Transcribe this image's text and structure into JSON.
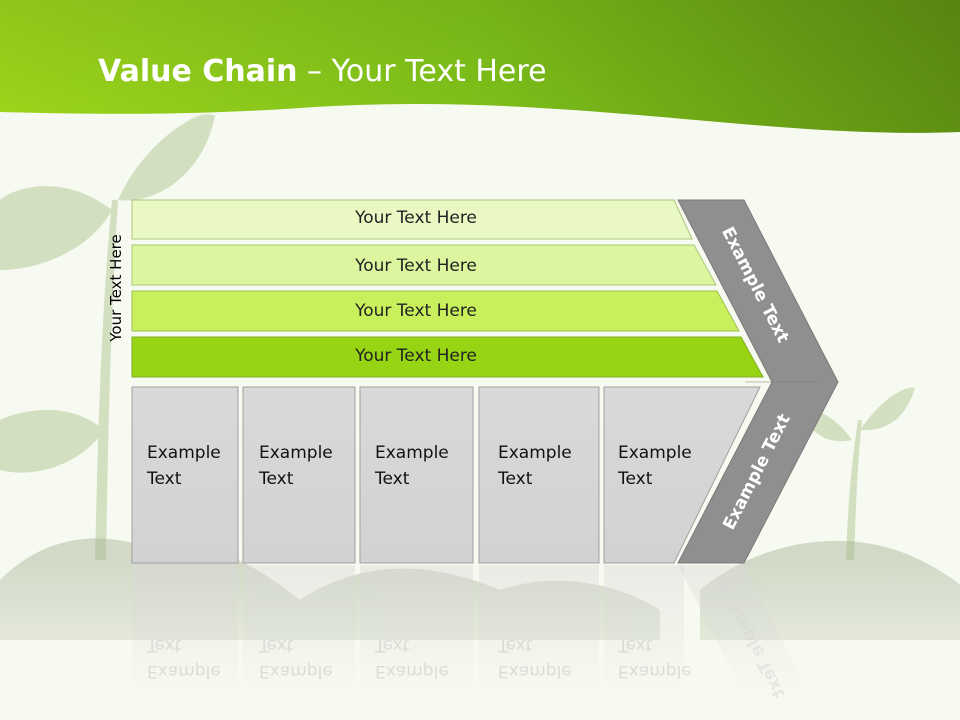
{
  "slide": {
    "title_bold": "Value Chain",
    "title_rest": " – Your Text Here",
    "side_label": "Your Text Here",
    "bars": [
      "Your Text Here",
      "Your Text Here",
      "Your Text Here",
      "Your Text Here"
    ],
    "boxes": [
      {
        "line1": "Example",
        "line2": "Text"
      },
      {
        "line1": "Example",
        "line2": "Text"
      },
      {
        "line1": "Example",
        "line2": "Text"
      },
      {
        "line1": "Example",
        "line2": "Text"
      },
      {
        "line1": "Example",
        "line2": "Text"
      }
    ],
    "arrow_upper": "Example Text",
    "arrow_lower": "Example Text"
  },
  "colors": {
    "header_green": "#7cc41a",
    "bar_1": "#eaf8c4",
    "bar_2": "#dcf6a0",
    "bar_3": "#c8f05c",
    "bar_4": "#96d414",
    "box_gray": "#d6d6d6",
    "arrow_gray": "#8f8f8f"
  }
}
